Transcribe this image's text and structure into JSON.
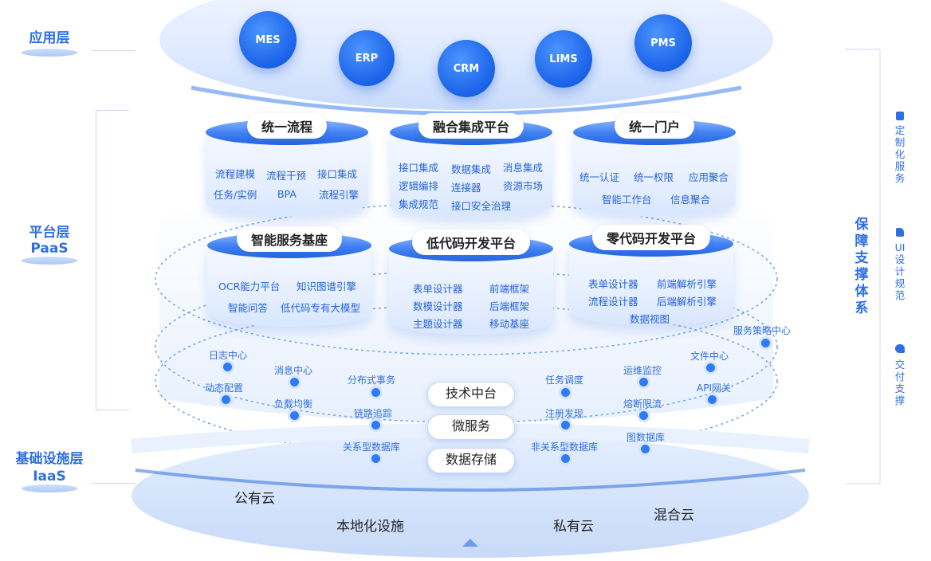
{
  "layers": {
    "app": {
      "label": "应用层"
    },
    "platform": {
      "label": "平台层",
      "sub": "PaaS"
    },
    "infra": {
      "label": "基础设施层",
      "sub": "IaaS"
    }
  },
  "apps": [
    "MES",
    "ERP",
    "CRM",
    "LIMS",
    "PMS"
  ],
  "modules": [
    {
      "title": "统一流程",
      "items": [
        "流程建模",
        "流程干预",
        "接口集成",
        "任务/实例",
        "BPA",
        "流程引擎"
      ]
    },
    {
      "title": "融合集成平台",
      "items": [
        "接口集成",
        "数据集成",
        "消息集成",
        "逻辑编排",
        "连接器",
        "资源市场",
        "集成规范",
        "接口安全治理"
      ]
    },
    {
      "title": "统一门户",
      "items": [
        "统一认证",
        "统一权限",
        "应用聚合",
        "智能工作台",
        "信息聚合"
      ]
    },
    {
      "title": "智能服务基座",
      "items": [
        "OCR能力平台",
        "知识图谱引擎",
        "智能问答",
        "低代码专有大模型"
      ]
    },
    {
      "title": "低代码开发平台",
      "items": [
        "表单设计器",
        "前端框架",
        "数模设计器",
        "后端框架",
        "主题设计器",
        "移动基座"
      ]
    },
    {
      "title": "零代码开发平台",
      "items": [
        "表单设计器",
        "前端解析引擎",
        "流程设计器",
        "后端解析引擎",
        "数据视图"
      ]
    }
  ],
  "services": [
    "服务策略中心",
    "日志中心",
    "消息中心",
    "分布式事务",
    "任务调度",
    "运维监控",
    "文件中心",
    "动态配置",
    "负载均衡",
    "链路追踪",
    "注册发现",
    "熔断限流",
    "API网关",
    "关系型数据库",
    "非关系型数据库",
    "图数据库"
  ],
  "center_pills": [
    "技术中台",
    "微服务",
    "数据存储"
  ],
  "clouds": [
    "公有云",
    "本地化设施",
    "私有云",
    "混合云"
  ],
  "support": {
    "title": "保障支撑体系",
    "items": [
      {
        "label": "定制化服务",
        "icon": "document-icon"
      },
      {
        "label": "UI设计规范",
        "icon": "file-icon"
      },
      {
        "label": "交付支撑",
        "icon": "handshake-icon"
      }
    ]
  }
}
